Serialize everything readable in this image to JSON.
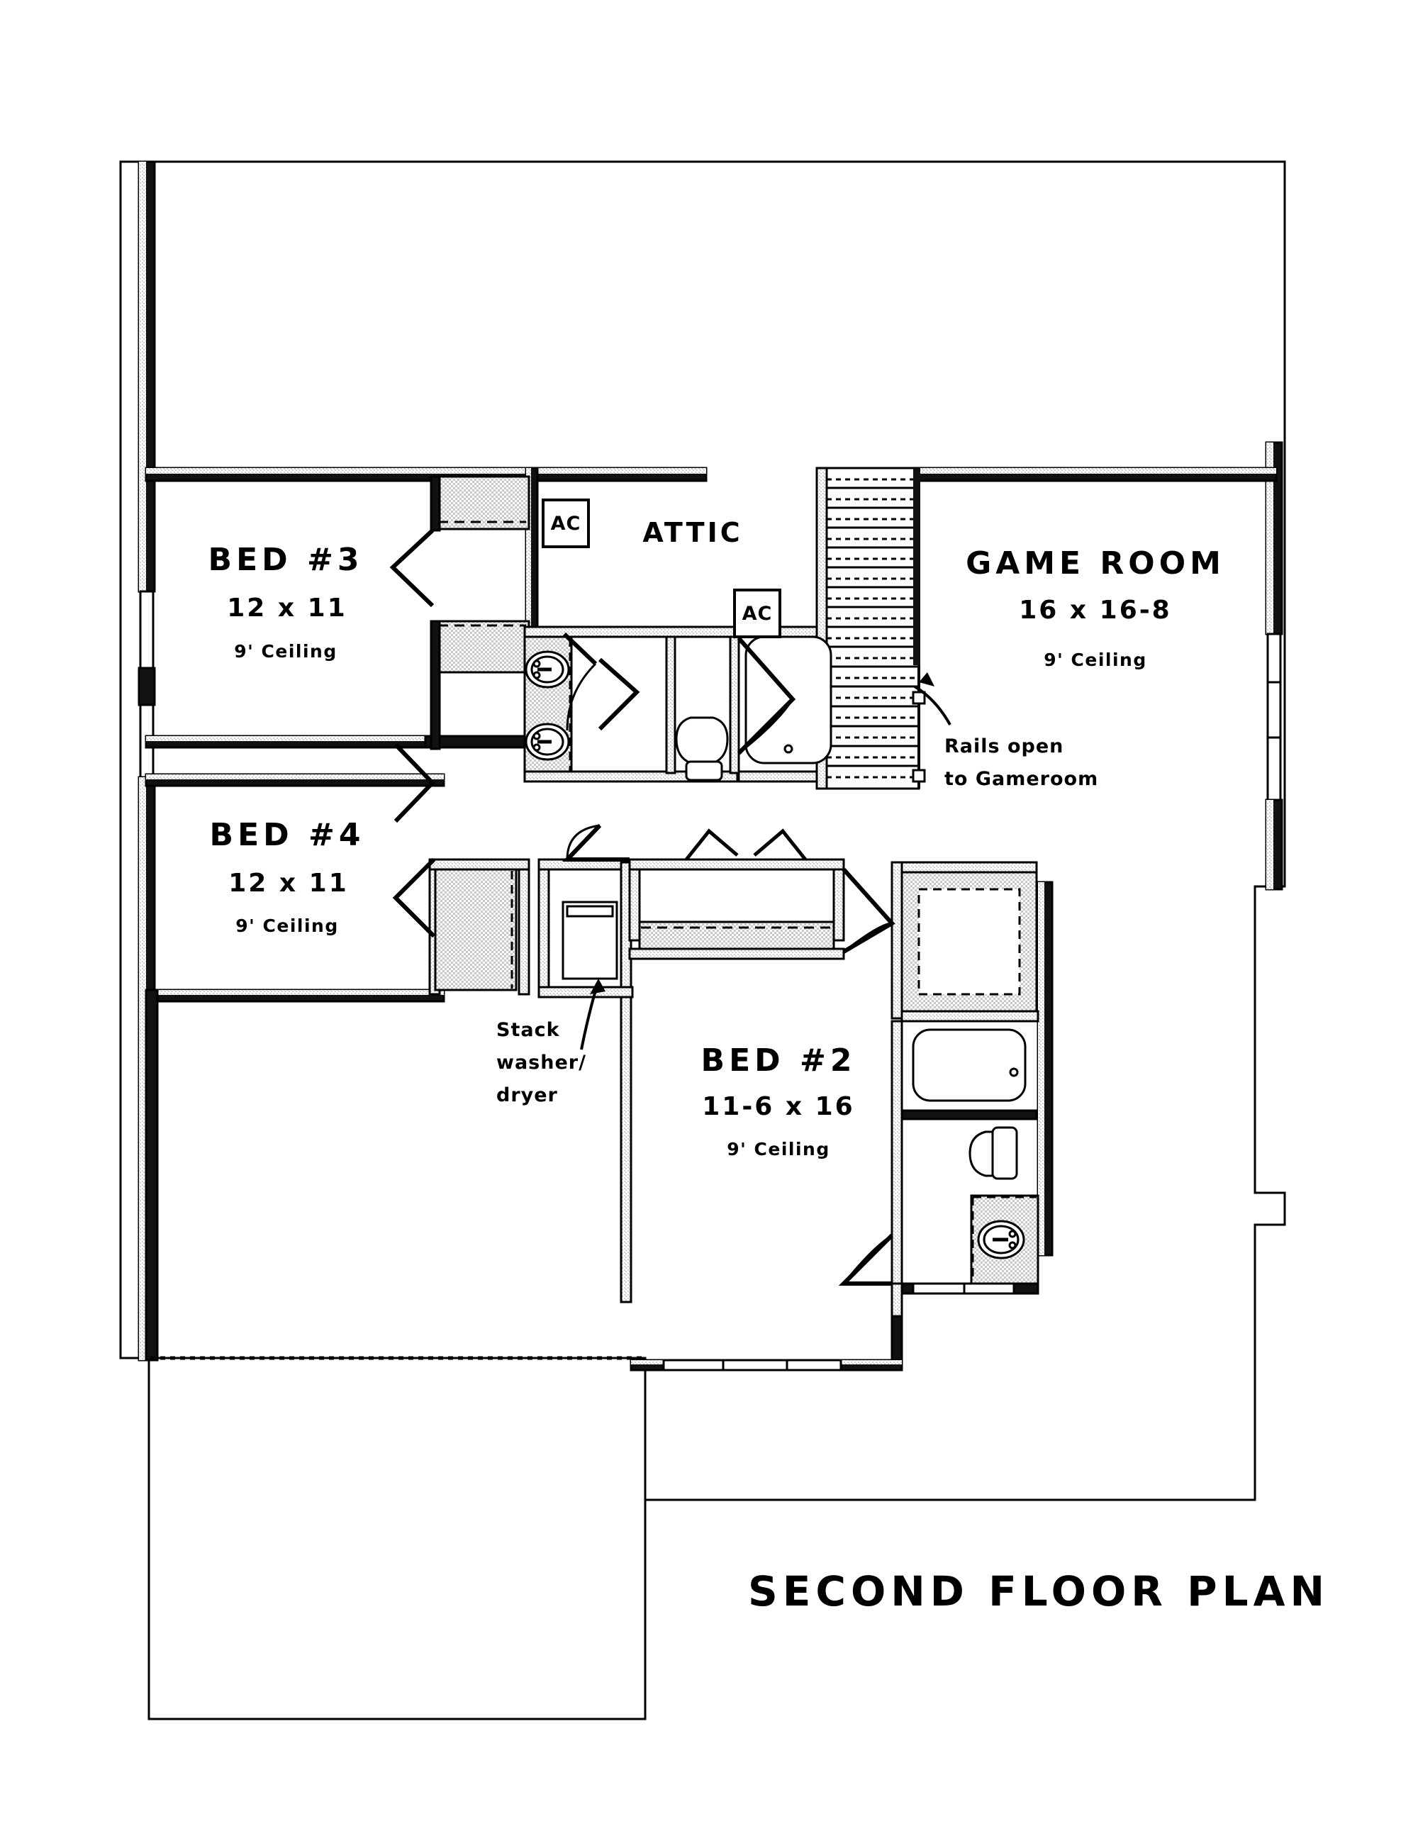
{
  "sheet": {
    "title": "SECOND FLOOR PLAN",
    "background_color": "#ffffff",
    "line_color": "#000000",
    "hatch_color": "#d8d8d8"
  },
  "rooms": [
    {
      "id": "bed3",
      "name": "BED #3",
      "dimensions": "12 x 11",
      "ceiling": "9' Ceiling"
    },
    {
      "id": "bed4",
      "name": "BED #4",
      "dimensions": "12 x 11",
      "ceiling": "9' Ceiling"
    },
    {
      "id": "bed2",
      "name": "BED #2",
      "dimensions": "11-6 x 16",
      "ceiling": "9' Ceiling"
    },
    {
      "id": "game_room",
      "name": "GAME ROOM",
      "dimensions": "16 x 16-8",
      "ceiling": "9' Ceiling"
    }
  ],
  "areas": [
    {
      "id": "attic",
      "name": "ATTIC"
    }
  ],
  "equipment": [
    {
      "id": "ac_unit_1",
      "label": "AC"
    },
    {
      "id": "ac_unit_2",
      "label": "AC"
    }
  ],
  "annotations": [
    {
      "id": "rails_note",
      "lines": [
        "Rails open",
        "to Gameroom"
      ],
      "text": "Rails open to Gameroom"
    },
    {
      "id": "laundry_note",
      "lines": [
        "Stack",
        "washer/",
        "dryer"
      ],
      "text": "Stack washer/dryer"
    }
  ],
  "fixtures": [
    {
      "id": "double-vanity",
      "count": 2,
      "type": "sink"
    },
    {
      "id": "hall-bath-toilet",
      "count": 1,
      "type": "toilet"
    },
    {
      "id": "hall-bath-tub",
      "count": 1,
      "type": "bathtub"
    },
    {
      "id": "bed2-bath-tub",
      "count": 1,
      "type": "bathtub"
    },
    {
      "id": "bed2-bath-toilet",
      "count": 1,
      "type": "toilet"
    },
    {
      "id": "bed2-bath-vanity",
      "count": 1,
      "type": "sink"
    },
    {
      "id": "stack-washer-dryer",
      "count": 1,
      "type": "appliance"
    },
    {
      "id": "staircase",
      "count": 1,
      "type": "stairs",
      "treads": 16
    }
  ]
}
